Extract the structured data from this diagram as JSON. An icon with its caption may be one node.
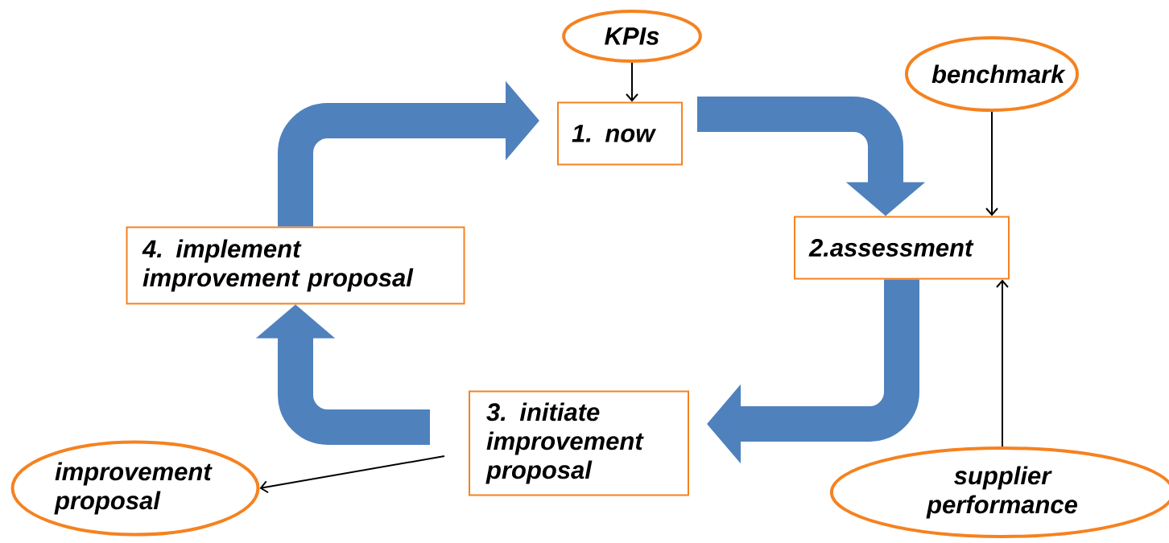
{
  "diagram": {
    "nodes": [
      {
        "text": [
          "KPIs"
        ]
      },
      {
        "text": [
          "1. now"
        ]
      },
      {
        "text": [
          "benchmark"
        ]
      },
      {
        "text": [
          "2.assessment"
        ]
      },
      {
        "text": [
          "3. initiate improvement proposal"
        ]
      },
      {
        "text": [
          "4. implement improvement proposal"
        ]
      },
      {
        "text": [
          "improvement proposal"
        ]
      },
      {
        "text": [
          "supplier performance"
        ]
      }
    ],
    "edges": [
      {
        "from": 1,
        "to": 3,
        "arrow": "to",
        "style": "thick",
        "color": "#4f81bd"
      },
      {
        "from": 3,
        "to": 4,
        "arrow": "to",
        "style": "thick",
        "color": "#4f81bd"
      },
      {
        "from": 4,
        "to": 5,
        "arrow": "to",
        "style": "thick",
        "color": "#4f81bd"
      },
      {
        "from": 5,
        "to": 1,
        "arrow": "to",
        "style": "thick",
        "color": "#4f81bd"
      },
      {
        "from": 0,
        "to": 1,
        "arrow": "to",
        "color": "#000000"
      },
      {
        "from": 2,
        "to": 3,
        "arrow": "to",
        "color": "#000000"
      },
      {
        "from": 7,
        "to": 3,
        "arrow": "to",
        "color": "#000000"
      },
      {
        "from": 4,
        "to": 6,
        "arrow": "to",
        "color": "#000000"
      }
    ]
  }
}
